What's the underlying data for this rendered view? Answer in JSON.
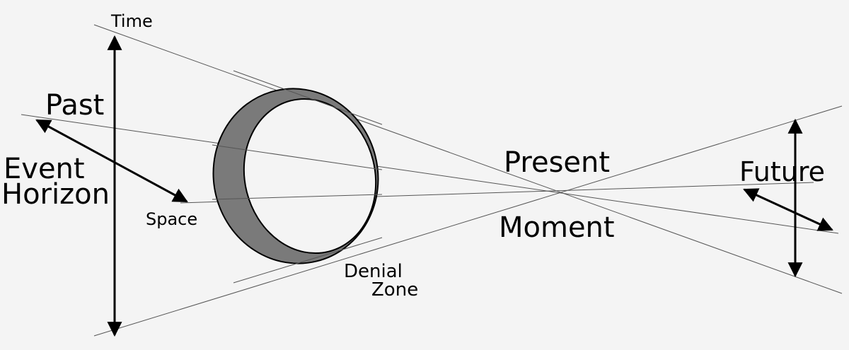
{
  "labels": {
    "time": "Time",
    "past": "Past",
    "event": "Event",
    "horizon": "Horizon",
    "space": "Space",
    "present": "Present",
    "moment": "Moment",
    "future": "Future",
    "denial": "Denial",
    "zone": "Zone"
  },
  "colors": {
    "background": "#f4f4f4",
    "ring_fill": "#7a7a7a",
    "stroke": "#000000",
    "thin_line": "#555555"
  }
}
